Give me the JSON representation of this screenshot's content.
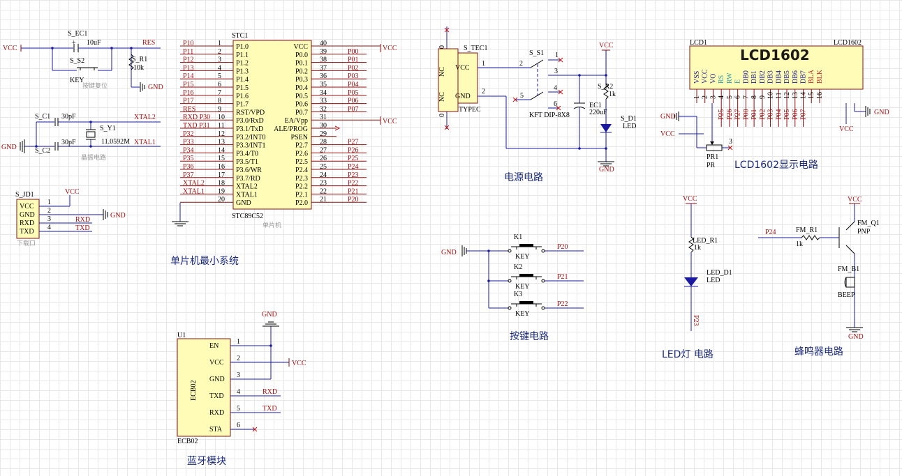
{
  "sections": {
    "mcu": "单片机最小系统",
    "power": "电源电路",
    "keys": "按键电路",
    "lcd": "LCD1602显示电路",
    "led": "LED灯 电路",
    "buzzer": "蜂鸣器电路",
    "bt": "蓝牙模块"
  },
  "notes": {
    "reset": "按键复位",
    "crystal": "晶振电路",
    "download": "下载口",
    "mcu": "单片机"
  },
  "mcu": {
    "ref": "STC1",
    "part": "STC89C52",
    "left_pins": [
      {
        "n": "1",
        "name": "P1.0",
        "net": "P10"
      },
      {
        "n": "2",
        "name": "P1.1",
        "net": "P11"
      },
      {
        "n": "3",
        "name": "P1.2",
        "net": "P12"
      },
      {
        "n": "4",
        "name": "P1.3",
        "net": "P13"
      },
      {
        "n": "5",
        "name": "P1.4",
        "net": "P14"
      },
      {
        "n": "6",
        "name": "P1.5",
        "net": "P15"
      },
      {
        "n": "7",
        "name": "P1.6",
        "net": "P16"
      },
      {
        "n": "8",
        "name": "P1.7",
        "net": "P17"
      },
      {
        "n": "9",
        "name": "RST/VPD",
        "net": "RES"
      },
      {
        "n": "10",
        "name": "P3.0/RxD",
        "net": "RXD P30"
      },
      {
        "n": "11",
        "name": "P3.1/TxD",
        "net": "TXD P31"
      },
      {
        "n": "12",
        "name": "P3.2/INT0",
        "net": "P32"
      },
      {
        "n": "13",
        "name": "P3.3/INT1",
        "net": "P33"
      },
      {
        "n": "14",
        "name": "P3.4/T0",
        "net": "P34"
      },
      {
        "n": "15",
        "name": "P3.5/T1",
        "net": "P35"
      },
      {
        "n": "16",
        "name": "P3.6/WR",
        "net": "P36"
      },
      {
        "n": "17",
        "name": "P3.7/RD",
        "net": "P37"
      },
      {
        "n": "18",
        "name": "XTAL2",
        "net": "XTAL2"
      },
      {
        "n": "19",
        "name": "XTAL1",
        "net": "XTAL1"
      },
      {
        "n": "20",
        "name": "GND",
        "net": ""
      }
    ],
    "right_pins": [
      {
        "n": "40",
        "name": "VCC",
        "net": "VCC"
      },
      {
        "n": "39",
        "name": "P0.0",
        "net": "P00"
      },
      {
        "n": "38",
        "name": "P0.1",
        "net": "P01"
      },
      {
        "n": "37",
        "name": "P0.2",
        "net": "P02"
      },
      {
        "n": "36",
        "name": "P0.3",
        "net": "P03"
      },
      {
        "n": "35",
        "name": "P0.4",
        "net": "P04"
      },
      {
        "n": "34",
        "name": "P0.5",
        "net": "P05"
      },
      {
        "n": "33",
        "name": "P0.6",
        "net": "P06"
      },
      {
        "n": "32",
        "name": "P0.7",
        "net": "P07"
      },
      {
        "n": "31",
        "name": "EA/Vpp",
        "net": "VCC"
      },
      {
        "n": "30",
        "name": "ALE/PROG",
        "net": ""
      },
      {
        "n": "29",
        "name": "PSEN",
        "net": ""
      },
      {
        "n": "28",
        "name": "P2.7",
        "net": "P27"
      },
      {
        "n": "27",
        "name": "P2.6",
        "net": "P26"
      },
      {
        "n": "26",
        "name": "P2.5",
        "net": "P25"
      },
      {
        "n": "25",
        "name": "P2.4",
        "net": "P24"
      },
      {
        "n": "24",
        "name": "P2.3",
        "net": "P23"
      },
      {
        "n": "23",
        "name": "P2.2",
        "net": "P22"
      },
      {
        "n": "22",
        "name": "P2.1",
        "net": "P21"
      },
      {
        "n": "21",
        "name": "P2.0",
        "net": "P20"
      }
    ]
  },
  "reset": {
    "cap": "S_EC1",
    "cap_val": "10uF",
    "sw": "S_S2",
    "sw_val": "KEY",
    "res": "S_R1",
    "res_val": "10k",
    "net": "RES",
    "vcc": "VCC",
    "gnd": "GND"
  },
  "crystal": {
    "c1": "S_C1",
    "c1_val": "30pF",
    "c2": "S_C2",
    "c2_val": "30pF",
    "y": "S_Y1",
    "y_val": "11.0592M",
    "n1": "XTAL2",
    "n2": "XTAL1",
    "gnd": "GND"
  },
  "download": {
    "ref": "S_JD1",
    "pins": [
      "VCC",
      "GND",
      "RXD",
      "TXD"
    ],
    "nums": [
      "1",
      "2",
      "3",
      "4"
    ],
    "vcc": "VCC",
    "gnd": "GND",
    "rxd": "RXD",
    "txd": "TXD"
  },
  "bt": {
    "ref": "U1",
    "part": "ECB02",
    "pins": [
      "EN",
      "VCC",
      "GND",
      "TXD",
      "RXD",
      "STA"
    ],
    "nums": [
      "1",
      "2",
      "3",
      "4",
      "5",
      "6"
    ],
    "gnd": "GND",
    "vcc": "VCC",
    "rxd": "RXD",
    "txd": "TXD"
  },
  "power": {
    "usb": "S_TEC1",
    "usb_part": "TYPEC",
    "nc": "NC",
    "vcc_pin": "VCC",
    "gnd_pin": "GND",
    "zero": "0",
    "p1": "1",
    "p2": "2",
    "sw": "S_S1",
    "sw_part": "KFT DIP-8X8",
    "sw_pins": [
      "1",
      "2",
      "3",
      "4",
      "5",
      "6"
    ],
    "res": "S_R2",
    "res_val": "1k",
    "cap": "EC1",
    "cap_val": "220uF",
    "led": "S_D1",
    "led_val": "LED",
    "vcc": "VCC",
    "gnd": "GND"
  },
  "keys": {
    "gnd": "GND",
    "items": [
      {
        "ref": "K1",
        "val": "KEY",
        "net": "P20"
      },
      {
        "ref": "K2",
        "val": "KEY",
        "net": "P21"
      },
      {
        "ref": "K3",
        "val": "KEY",
        "net": "P22"
      }
    ]
  },
  "lcd": {
    "ref": "LCD1",
    "part": "LCD1602",
    "title": "LCD1602",
    "pins": [
      "VSS",
      "VCC",
      "VO",
      "RS",
      "RW",
      "E",
      "DB0",
      "DB1",
      "DB2",
      "DB3",
      "DB4",
      "DB5",
      "DB6",
      "DB7",
      "BLA",
      "BLK"
    ],
    "nums": [
      "1",
      "2",
      "3",
      "4",
      "5",
      "6",
      "7",
      "8",
      "9",
      "10",
      "11",
      "12",
      "13",
      "14",
      "15",
      "16"
    ],
    "nets": [
      "",
      "",
      "",
      "P25",
      "P26",
      "P27",
      "P00",
      "P01",
      "P02",
      "P03",
      "P04",
      "P05",
      "P06",
      "P07",
      "",
      ""
    ],
    "gnd": "GND",
    "vcc": "VCC",
    "pot": "PR1",
    "pot_val": "PR",
    "pot_pin": "3"
  },
  "led": {
    "vcc": "VCC",
    "res": "LED_R1",
    "res_val": "1k",
    "led": "LED_D1",
    "led_val": "LED",
    "net": "P23"
  },
  "buzzer": {
    "vcc": "VCC",
    "q": "FM_Q1",
    "q_val": "PNP",
    "res": "FM_R1",
    "res_val": "1k",
    "net": "P24",
    "bz": "FM_B1",
    "bz_val": "BEEP",
    "gnd": "GND"
  }
}
